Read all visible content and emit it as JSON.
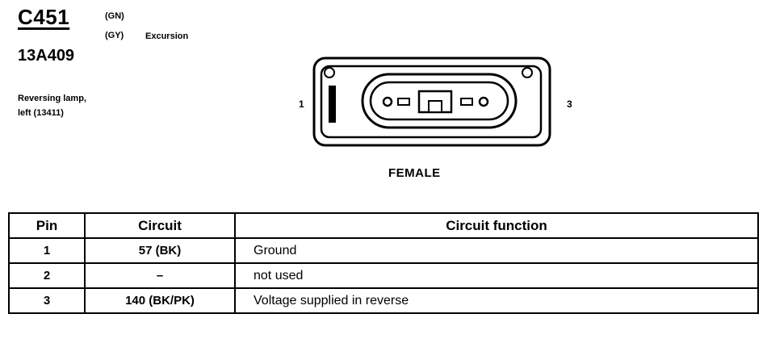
{
  "header": {
    "connector_id": "C451",
    "color_codes": [
      "(GN)",
      "(GY)"
    ],
    "variant": "Excursion",
    "part_number": "13A409",
    "description_lines": [
      "Reversing lamp,",
      "left (13411)"
    ]
  },
  "diagram": {
    "pin_left": "1",
    "pin_right": "3",
    "gender": "FEMALE"
  },
  "table": {
    "headers": [
      "Pin",
      "Circuit",
      "Circuit function"
    ],
    "rows": [
      {
        "pin": "1",
        "circuit": "57 (BK)",
        "function": "Ground"
      },
      {
        "pin": "2",
        "circuit": "–",
        "function": "not used"
      },
      {
        "pin": "3",
        "circuit": "140 (BK/PK)",
        "function": "Voltage supplied in reverse"
      }
    ]
  }
}
